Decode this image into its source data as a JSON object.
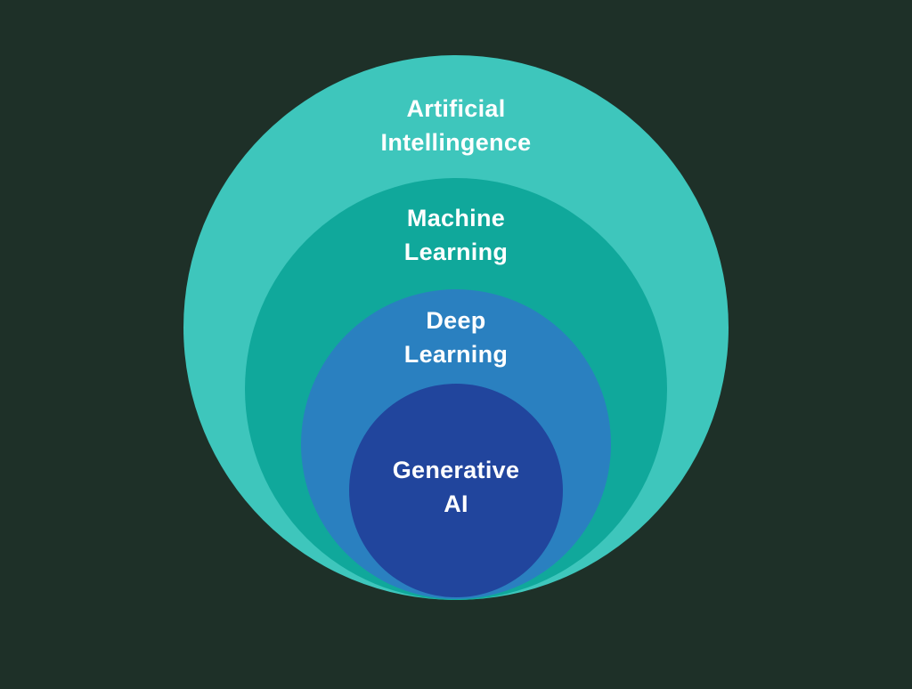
{
  "diagram": {
    "background_color": "#1e3028",
    "text_color": "#ffffff",
    "rings": [
      {
        "id": "artificial-intelligence",
        "label_line1": "Artificial",
        "label_line2": "Intellingence",
        "color": "#3ec6bc"
      },
      {
        "id": "machine-learning",
        "label_line1": "Machine",
        "label_line2": "Learning",
        "color": "#10a89b"
      },
      {
        "id": "deep-learning",
        "label_line1": "Deep",
        "label_line2": "Learning",
        "color": "#2a80c0"
      },
      {
        "id": "generative-ai",
        "label_line1": "Generative",
        "label_line2": "AI",
        "color": "#21459d"
      }
    ]
  }
}
